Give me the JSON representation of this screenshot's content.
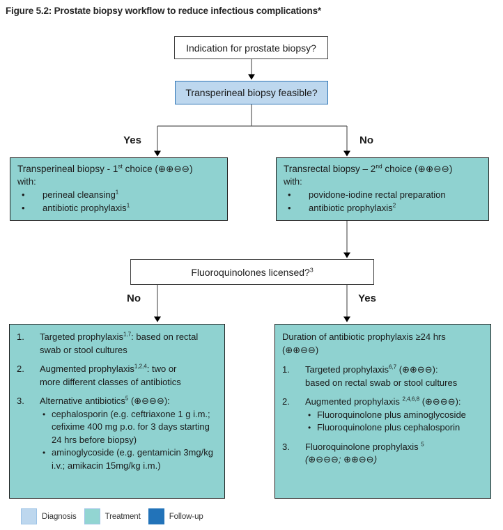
{
  "figure": {
    "title": "Figure 5.2: Prostate biopsy workflow to reduce infectious complications*"
  },
  "flow": {
    "indication": {
      "text": "Indication for prostate biopsy?"
    },
    "feasible": {
      "text": "Transperineal biopsy feasible?"
    },
    "branch1": {
      "yes": "Yes",
      "no": "No"
    },
    "transperineal": {
      "title": [
        {
          "t": "Transperineal biopsy - 1"
        },
        {
          "sup": "st"
        },
        {
          "t": " choice (⊕⊕⊖⊖)"
        }
      ],
      "with_label": "with:",
      "bullets": [
        [
          {
            "t": "perineal cleansing"
          },
          {
            "sup": "1"
          }
        ],
        [
          {
            "t": "antibiotic prophylaxis"
          },
          {
            "sup": "1"
          }
        ]
      ]
    },
    "transrectal": {
      "title": [
        {
          "t": "Transrectal biopsy – 2"
        },
        {
          "sup": "nd"
        },
        {
          "t": " choice (⊕⊕⊖⊖)"
        }
      ],
      "with_label": "with:",
      "bullets": [
        [
          {
            "t": "povidone-iodine rectal preparation"
          }
        ],
        [
          {
            "t": "antibiotic prophylaxis"
          },
          {
            "sup": "2"
          }
        ]
      ]
    },
    "licensed": {
      "text": [
        {
          "t": "Fluoroquinolones licensed?"
        },
        {
          "sup": "3"
        }
      ]
    },
    "branch2": {
      "no": "No",
      "yes": "Yes"
    },
    "no_branch_box": {
      "items": [
        {
          "num": "1.",
          "body": [
            {
              "t": "Targeted prophylaxis"
            },
            {
              "sup": "1,7"
            },
            {
              "t": ": based on rectal"
            },
            {
              "br": true
            },
            {
              "t": "swab or stool cultures"
            }
          ]
        },
        {
          "num": "2.",
          "body": [
            {
              "t": "Augmented prophylaxis"
            },
            {
              "sup": "1,2,4"
            },
            {
              "t": ": two or"
            },
            {
              "br": true
            },
            {
              "t": "more different classes of antibiotics"
            }
          ]
        },
        {
          "num": "3.",
          "body": [
            {
              "t": "Alternative antibiotics"
            },
            {
              "sup": "5"
            },
            {
              "t": " (⊕⊖⊖⊖):"
            }
          ],
          "subbullets": [
            [
              {
                "t": "cephalosporin (e.g. ceftriaxone 1 g i.m.;"
              },
              {
                "br": true
              },
              {
                "t": "cefixime 400 mg p.o. for 3 days starting"
              },
              {
                "br": true
              },
              {
                "t": "24 hrs before biopsy)"
              }
            ],
            [
              {
                "t": "aminoglycoside (e.g. gentamicin 3mg/kg"
              },
              {
                "br": true
              },
              {
                "t": "i.v.; amikacin 15mg/kg i.m.)"
              }
            ]
          ]
        }
      ]
    },
    "yes_branch_box": {
      "heading": [
        {
          "t": "Duration of antibiotic prophylaxis ≥24 hrs"
        },
        {
          "br": true
        },
        {
          "t": "(⊕⊕⊖⊖)"
        }
      ],
      "items": [
        {
          "num": "1.",
          "body": [
            {
              "t": "Targeted prophylaxis"
            },
            {
              "sup": "6,7"
            },
            {
              "t": " (⊕⊕⊖⊖):"
            },
            {
              "br": true
            },
            {
              "t": "based on rectal swab or stool cultures"
            }
          ]
        },
        {
          "num": "2.",
          "body": [
            {
              "t": "Augmented prophylaxis "
            },
            {
              "sup": "2,4,6,8"
            },
            {
              "t": " (⊕⊖⊖⊖):"
            }
          ],
          "subbullets": [
            [
              {
                "t": "Fluoroquinolone plus aminoglycoside"
              }
            ],
            [
              {
                "t": "Fluoroquinolone plus cephalosporin"
              }
            ]
          ]
        },
        {
          "num": "3.",
          "body": [
            {
              "t": "Fluoroquinolone prophylaxis "
            },
            {
              "sup": "5"
            },
            {
              "br": true
            },
            {
              "i": "(⊕⊖⊖⊖; ⊕⊕⊖⊖)"
            }
          ]
        }
      ]
    }
  },
  "legend": {
    "items": [
      {
        "label": "Diagnosis",
        "fill": "#BDD7EE",
        "border": "#9DC3E6"
      },
      {
        "label": "Treatment",
        "fill": "#92D5D2",
        "border": "#9DC3E6"
      },
      {
        "label": "Follow-up",
        "fill": "#2273B9",
        "border": "#2273B9"
      }
    ]
  },
  "colors": {
    "diagnosis_fill": "#BDD7EE",
    "diagnosis_border": "#2E75B5",
    "treatment_fill": "#8FD2D0",
    "followup_fill": "#2273B9",
    "box_border": "#3F3F3F",
    "connector_line": "#595959",
    "arrowhead": "#000000"
  }
}
